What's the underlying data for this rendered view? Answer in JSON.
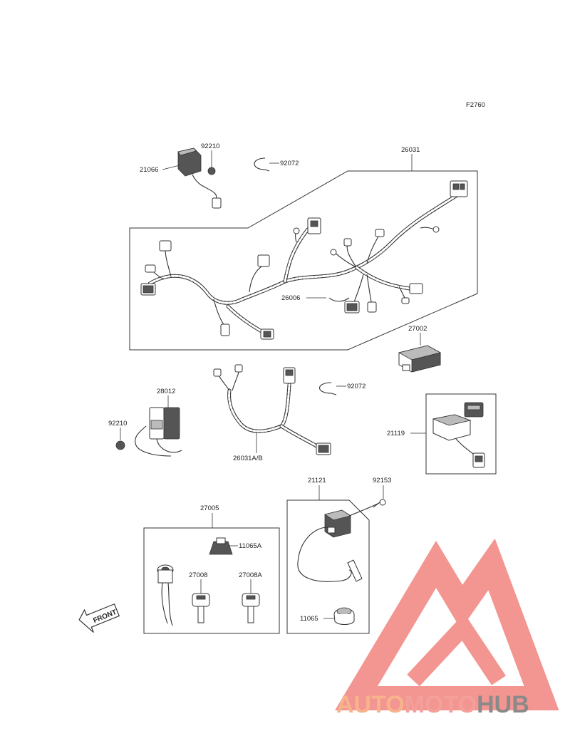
{
  "diagram_code": "F2760",
  "callouts": {
    "c21066": "21066",
    "c92210a": "92210",
    "c92072a": "92072",
    "c26031": "26031",
    "c26006": "26006",
    "c27002": "27002",
    "c28012": "28012",
    "c92210b": "92210",
    "c92072b": "92072",
    "c26031ab": "26031A/B",
    "c21119": "21119",
    "c21121": "21121",
    "c92153": "92153",
    "c27005": "27005",
    "c11065a": "11065A",
    "c27008": "27008",
    "c27008a": "27008A",
    "c11065": "11065"
  },
  "front_arrow": "FRONT",
  "watermark": {
    "part1": "AUTO",
    "part2": "MOTO",
    "part3": "HUB",
    "color_auto": "#f6b38c",
    "color_moto": "#f4a09a",
    "color_hub": "#8a8a8a",
    "color_logo": "#f28a86"
  }
}
